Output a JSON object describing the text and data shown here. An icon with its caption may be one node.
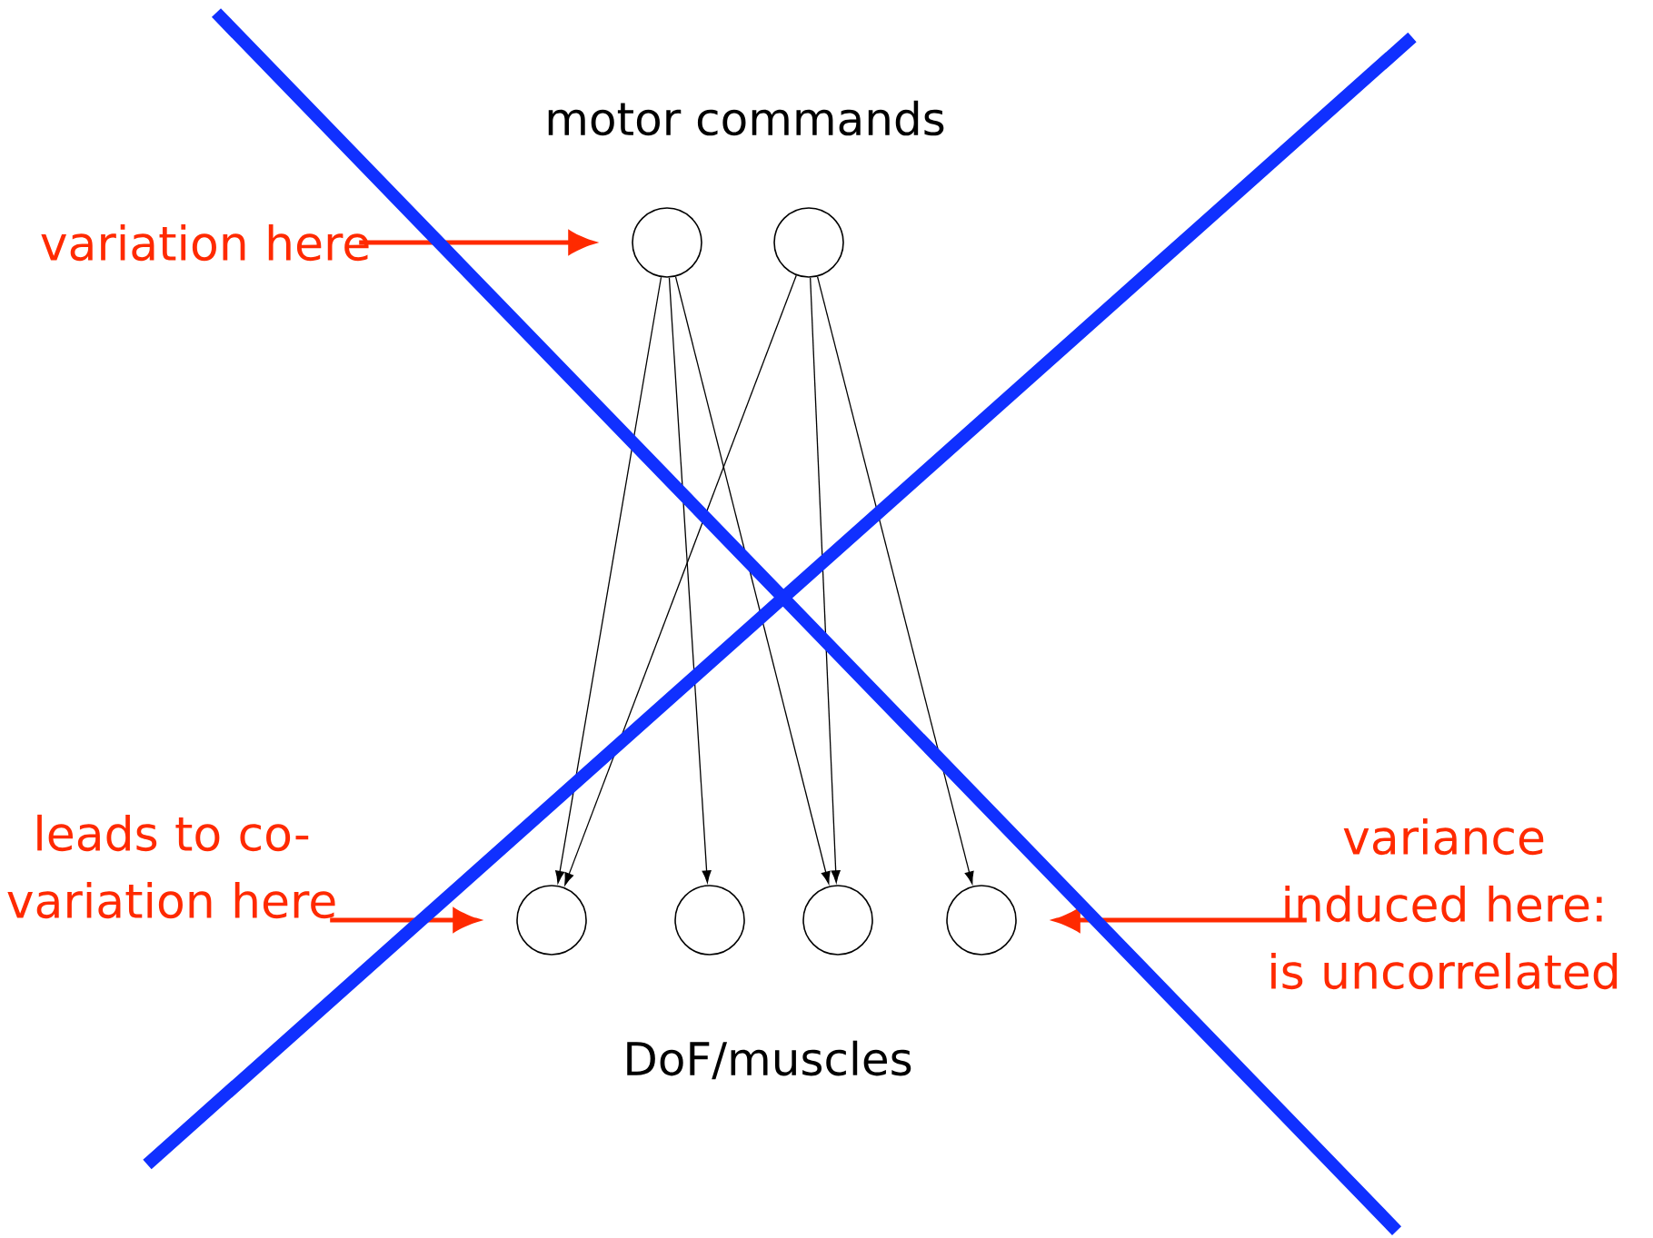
{
  "diagram": {
    "nodes": [
      {
        "text": [],
        "shape": "circle"
      },
      {
        "text": [],
        "shape": "circle"
      },
      {
        "text": [],
        "shape": "circle"
      },
      {
        "text": [],
        "shape": "circle"
      },
      {
        "text": [],
        "shape": "circle"
      },
      {
        "text": [],
        "shape": "circle"
      },
      {
        "text": [
          "variation here"
        ]
      },
      {
        "text": [
          "leads to co-variation here"
        ]
      },
      {
        "text": [
          "variance induced here: is uncorrelated"
        ]
      }
    ],
    "edges": [
      {
        "from": 0,
        "to": 2,
        "arrow": "to"
      },
      {
        "from": 0,
        "to": 3,
        "arrow": "to"
      },
      {
        "from": 0,
        "to": 4,
        "arrow": "to"
      },
      {
        "from": 1,
        "to": 2,
        "arrow": "to"
      },
      {
        "from": 1,
        "to": 4,
        "arrow": "to"
      },
      {
        "from": 1,
        "to": 5,
        "arrow": "to"
      },
      {
        "from": 6,
        "to": 0,
        "arrow": "to",
        "style": "thick",
        "color": "#ff2a00"
      },
      {
        "from": 7,
        "to": 2,
        "arrow": "to",
        "style": "thick",
        "color": "#ff2a00"
      },
      {
        "from": 8,
        "to": 5,
        "arrow": "to",
        "style": "thick",
        "color": "#ff2a00"
      }
    ],
    "labels": [
      "motor commands",
      "DoF/muscles"
    ]
  }
}
